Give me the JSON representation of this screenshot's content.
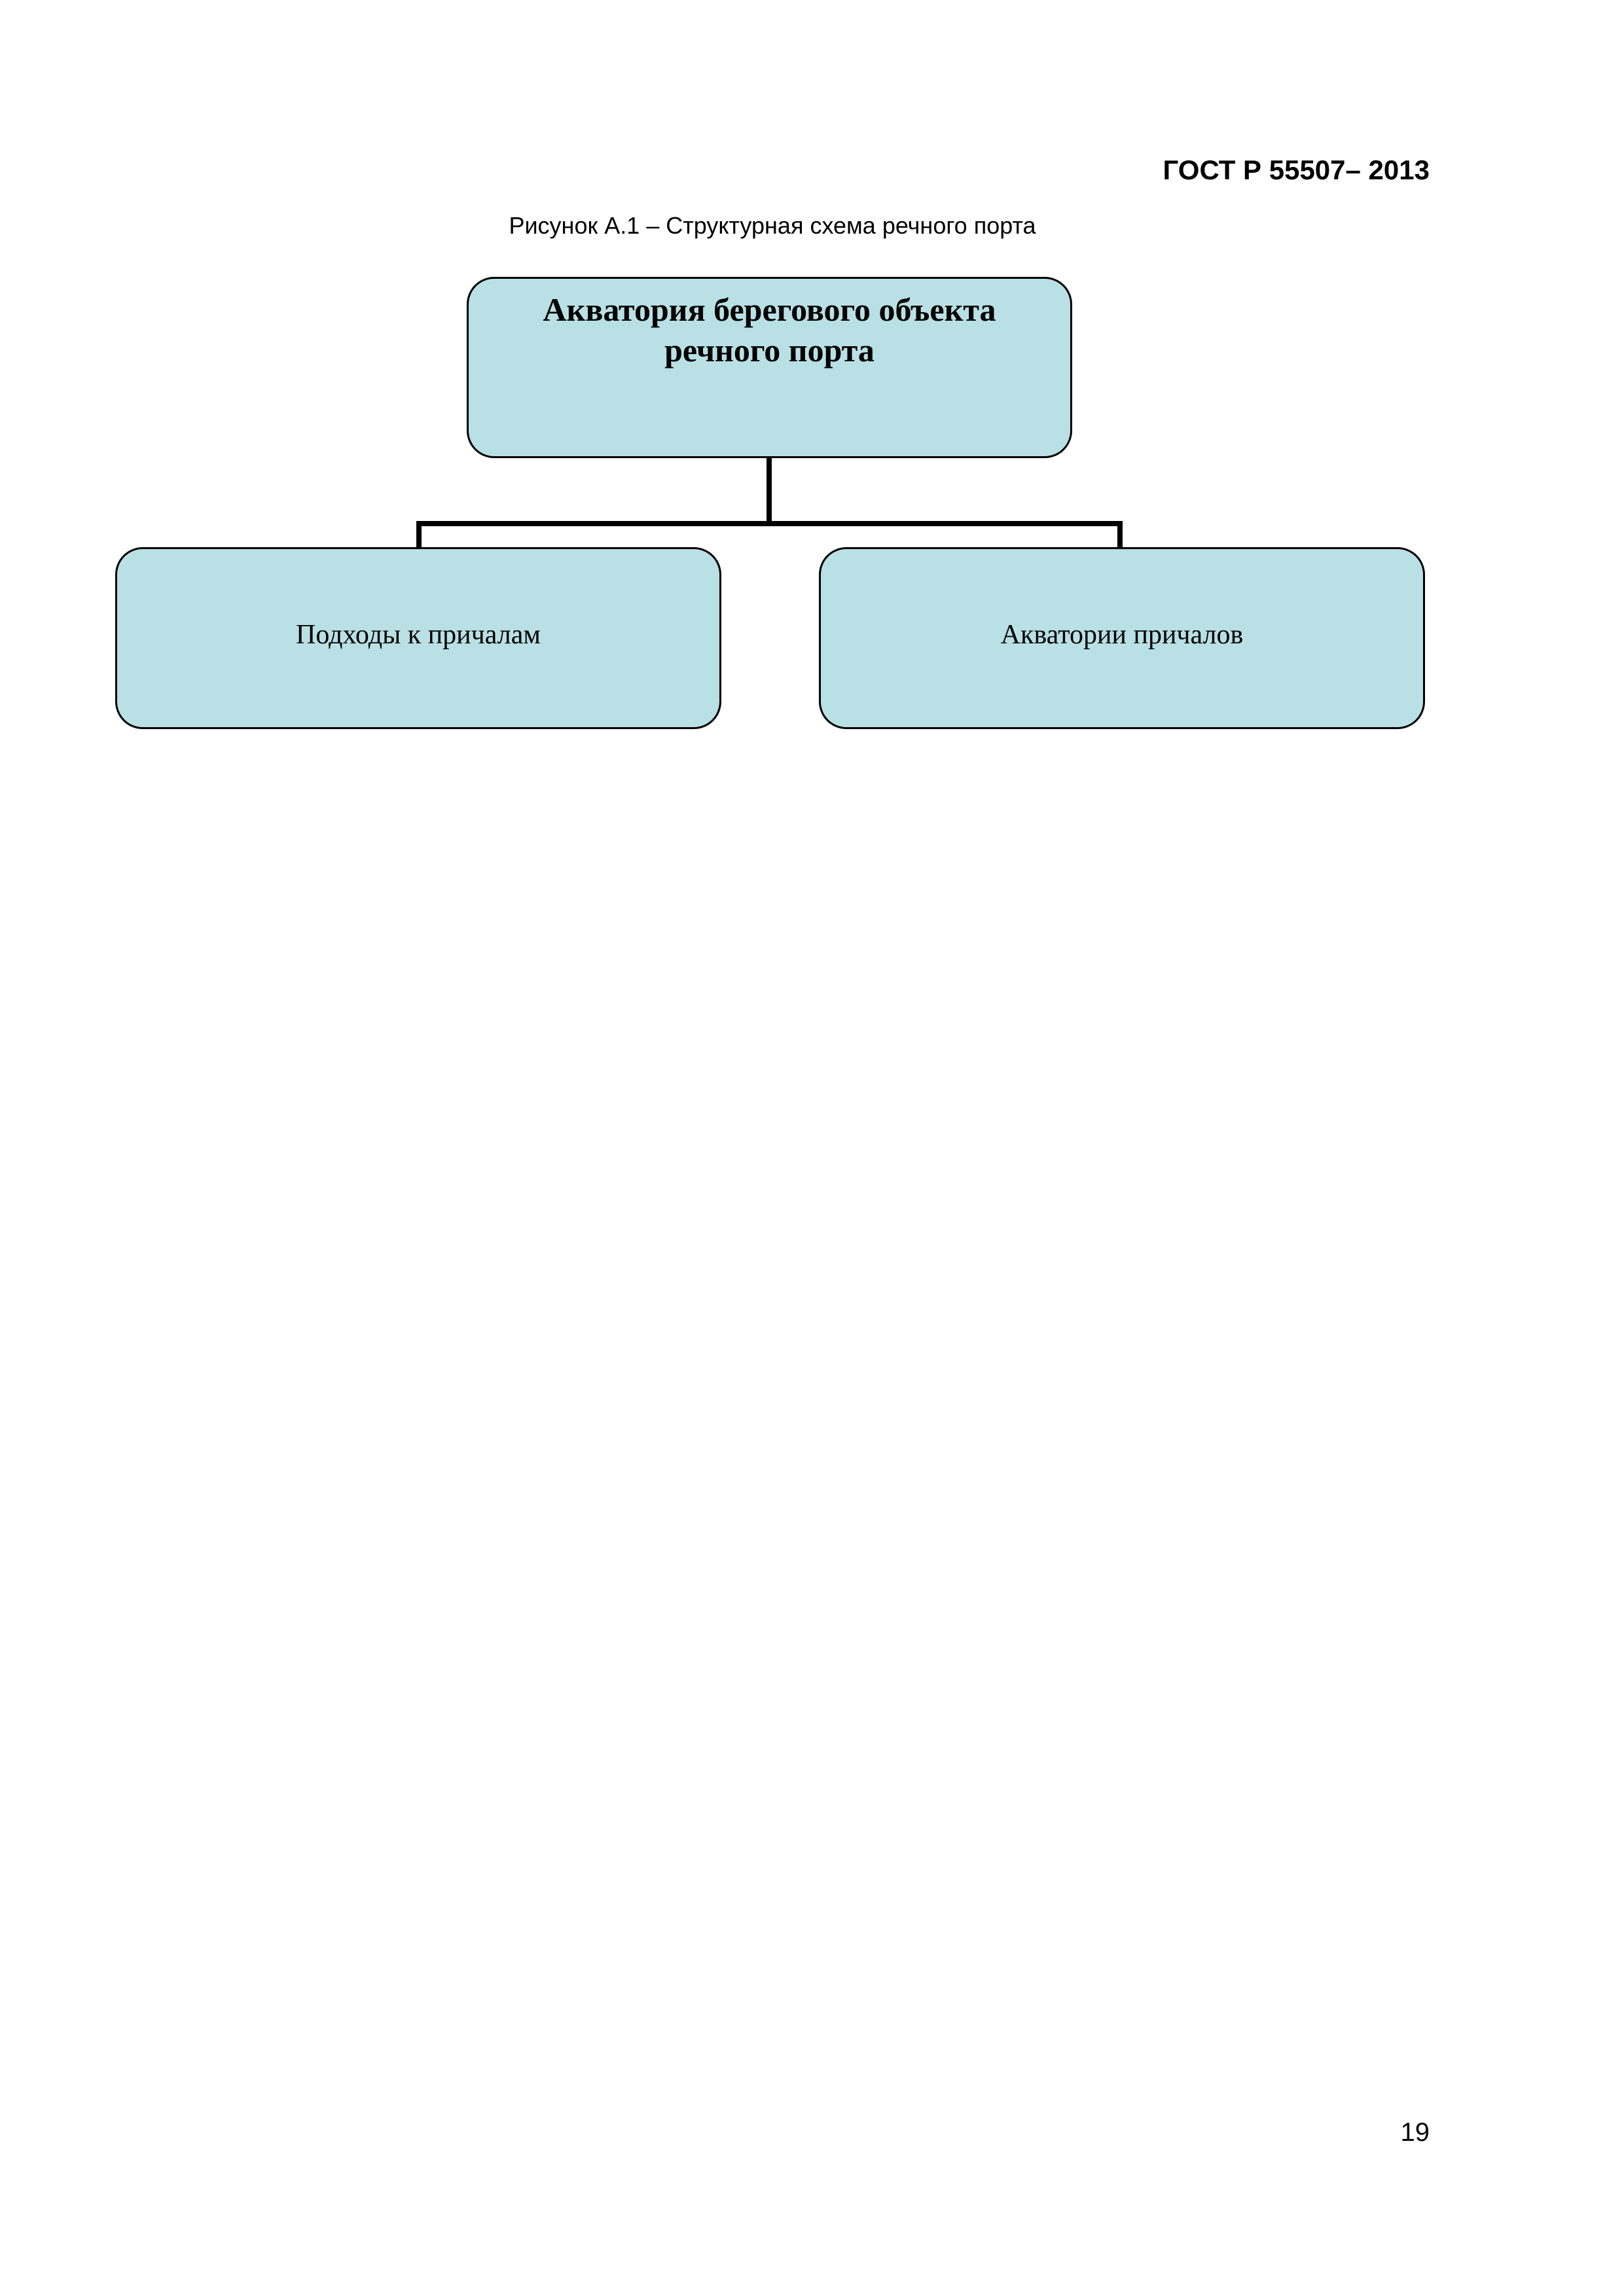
{
  "header": {
    "doc_code": "ГОСТ Р 55507– 2013"
  },
  "figure": {
    "caption": "Рисунок А.1 – Структурная схема речного порта",
    "root": {
      "label_line1": "Акватория берегового объекта",
      "label_line2": "речного порта"
    },
    "children": [
      {
        "label": "Подходы к причалам"
      },
      {
        "label": "Акватории причалов"
      }
    ]
  },
  "colors": {
    "node_fill": "#b9e0e4",
    "node_border": "#000000",
    "connector": "#000000"
  },
  "footer": {
    "page_number": "19"
  }
}
